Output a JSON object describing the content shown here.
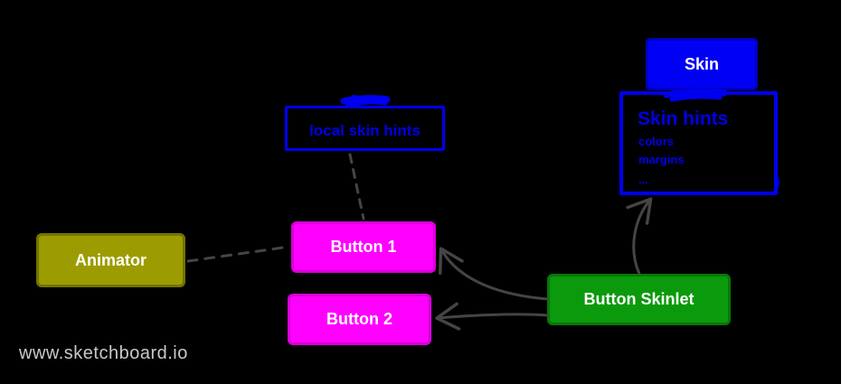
{
  "app": {
    "watermark": "www.sketchboard.io"
  },
  "diagram": {
    "background_color": "#000000",
    "connector_color": "#454545",
    "nodes": {
      "skin": {
        "label": "Skin",
        "type": "filled-box",
        "fill": "#0000f5",
        "text_color": "#ffffff"
      },
      "skin_hints": {
        "title": "Skin hints",
        "items": [
          "colors",
          "margins",
          "..."
        ],
        "type": "outlined-box",
        "color": "#0000ee"
      },
      "local_skin_hints": {
        "label": "local skin hints",
        "type": "outlined-box",
        "color": "#0000ee"
      },
      "animator": {
        "label": "Animator",
        "type": "filled-box",
        "fill": "#9c9c00",
        "text_color": "#ffffff"
      },
      "button_1": {
        "label": "Button 1",
        "type": "filled-box",
        "fill": "#ff00ff",
        "text_color": "#ffffff"
      },
      "button_2": {
        "label": "Button 2",
        "type": "filled-box",
        "fill": "#ff00ff",
        "text_color": "#ffffff"
      },
      "button_skinlet": {
        "label": "Button Skinlet",
        "type": "filled-box",
        "fill": "#0b9a0b",
        "text_color": "#ffffff"
      }
    },
    "connectors": [
      {
        "from": "local_skin_hints",
        "to": "button_1",
        "style": "dashed",
        "arrow": false
      },
      {
        "from": "animator",
        "to": "button_1",
        "style": "dashed",
        "arrow": false
      },
      {
        "from": "button_skinlet",
        "to": "button_1",
        "style": "solid",
        "arrow": true
      },
      {
        "from": "button_skinlet",
        "to": "button_2",
        "style": "solid",
        "arrow": true
      },
      {
        "from": "button_skinlet",
        "to": "skin_hints",
        "style": "solid",
        "arrow": true
      }
    ]
  }
}
